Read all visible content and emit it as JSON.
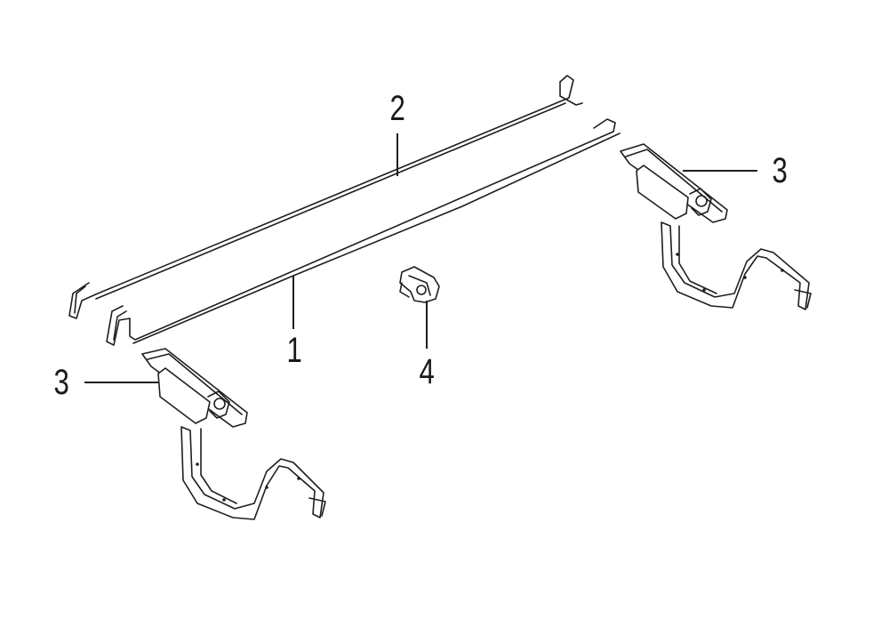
{
  "callouts": {
    "part_1": "1",
    "part_2": "2",
    "part_3_left": "3",
    "part_3_right": "3",
    "part_4": "4"
  }
}
